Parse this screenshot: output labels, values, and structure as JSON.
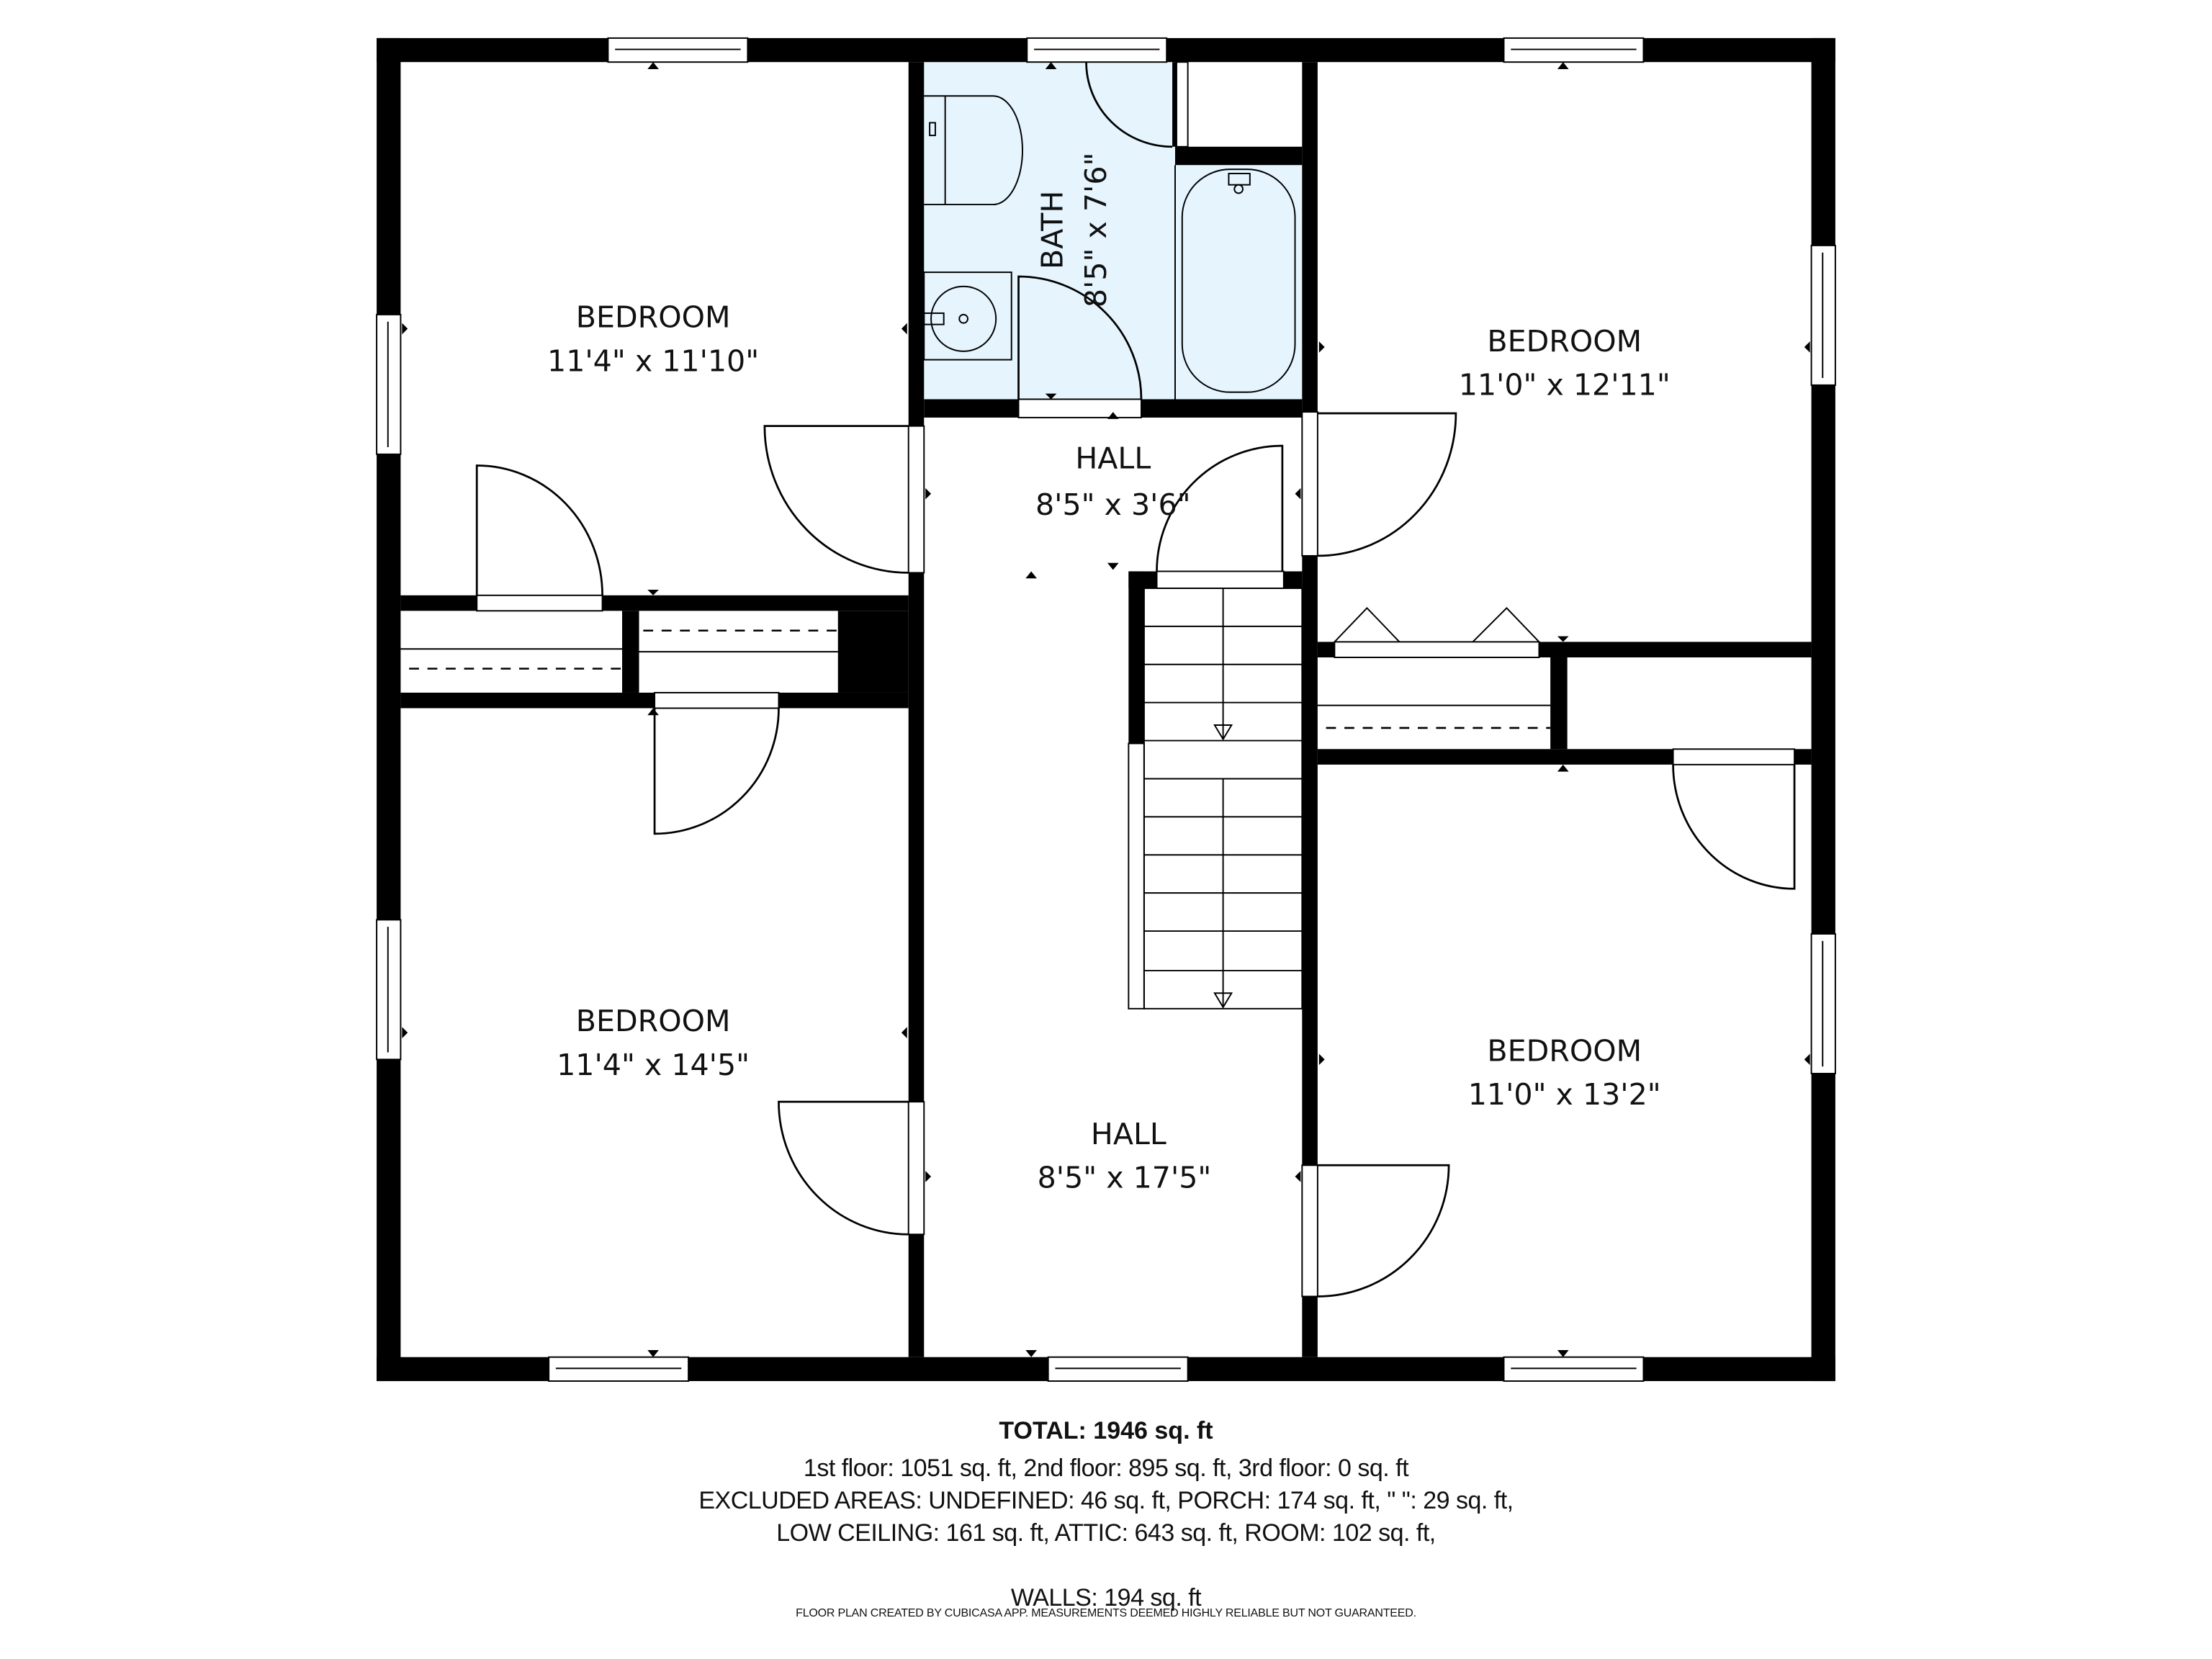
{
  "rooms": [
    {
      "id": "bedroom-nw",
      "name": "BEDROOM",
      "dims": "11'4\" x 11'10\""
    },
    {
      "id": "bath",
      "name": "BATH",
      "dims": "8'5\" x 7'6\""
    },
    {
      "id": "bedroom-ne",
      "name": "BEDROOM",
      "dims": "11'0\" x 12'11\""
    },
    {
      "id": "hall-upper",
      "name": "HALL",
      "dims": "8'5\" x 3'6\""
    },
    {
      "id": "bedroom-sw",
      "name": "BEDROOM",
      "dims": "11'4\" x 14'5\""
    },
    {
      "id": "hall-lower",
      "name": "HALL",
      "dims": "8'5\" x 17'5\""
    },
    {
      "id": "bedroom-se",
      "name": "BEDROOM",
      "dims": "11'0\" x 13'2\""
    }
  ],
  "colors": {
    "wall": "#000000",
    "bath_fill": "#e5f4fd",
    "background": "#ffffff"
  },
  "summary": {
    "total": "TOTAL: 1946 sq. ft",
    "floors": "1st floor: 1051 sq. ft, 2nd floor: 895 sq. ft, 3rd floor: 0 sq. ft",
    "excluded_1": "EXCLUDED AREAS: UNDEFINED: 46 sq. ft, PORCH: 174 sq. ft, \" \": 29 sq. ft,",
    "excluded_2": "LOW CEILING: 161 sq. ft, ATTIC: 643 sq. ft, ROOM: 102 sq. ft,",
    "walls": "WALLS: 194 sq. ft",
    "disclaimer": "FLOOR PLAN CREATED BY CUBICASA APP. MEASUREMENTS DEEMED HIGHLY RELIABLE BUT NOT GUARANTEED."
  }
}
